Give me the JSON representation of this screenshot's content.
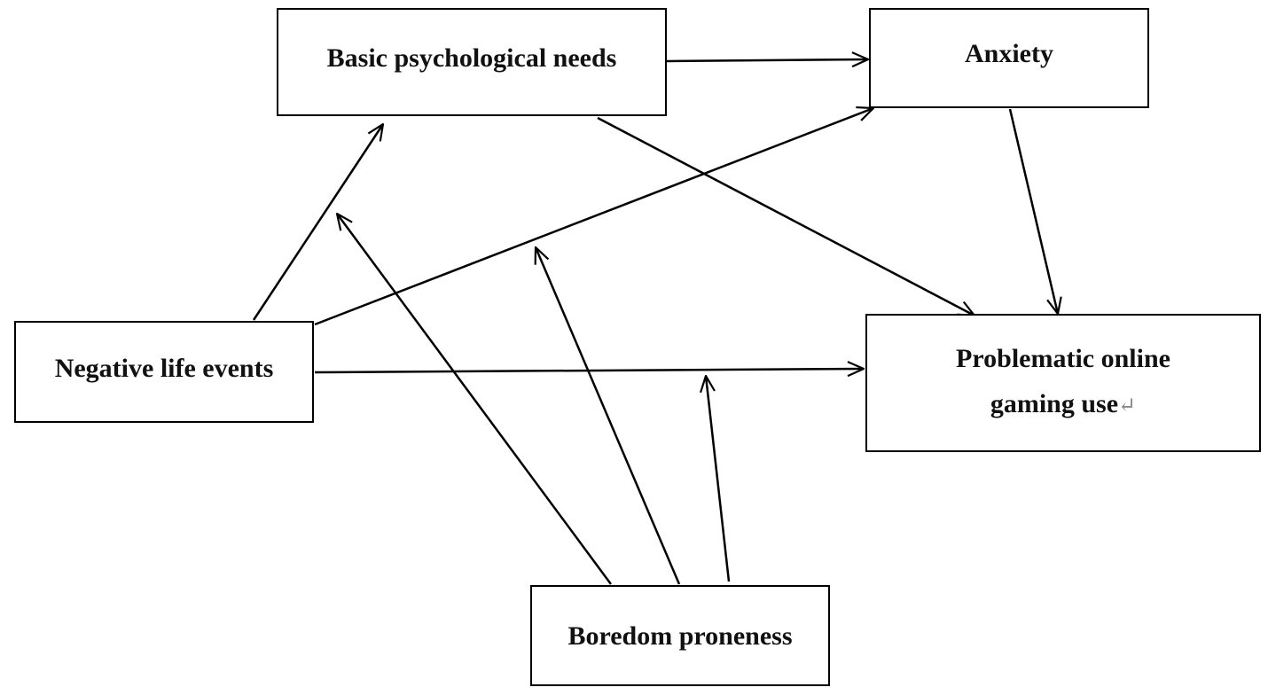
{
  "diagram": {
    "nodes": {
      "basic_needs": "Basic psychological needs",
      "anxiety": "Anxiety",
      "negative_life_events": "Negative life events",
      "problematic_gaming": {
        "line1": "Problematic online",
        "line2": "gaming use",
        "mark": "↵"
      },
      "boredom_proneness": "Boredom proneness"
    },
    "edges": [
      {
        "from": "Negative life events",
        "to": "Basic psychological needs"
      },
      {
        "from": "Negative life events",
        "to": "Anxiety"
      },
      {
        "from": "Negative life events",
        "to": "Problematic online gaming use"
      },
      {
        "from": "Basic psychological needs",
        "to": "Anxiety"
      },
      {
        "from": "Basic psychological needs",
        "to": "Problematic online gaming use"
      },
      {
        "from": "Anxiety",
        "to": "Problematic online gaming use"
      },
      {
        "from": "Boredom proneness",
        "to": "path: Negative life events → Basic psychological needs"
      },
      {
        "from": "Boredom proneness",
        "to": "path: Negative life events → Anxiety"
      },
      {
        "from": "Boredom proneness",
        "to": "path: Negative life events → Problematic online gaming use"
      }
    ],
    "colors": {
      "stroke": "#000000",
      "background": "#ffffff"
    }
  }
}
